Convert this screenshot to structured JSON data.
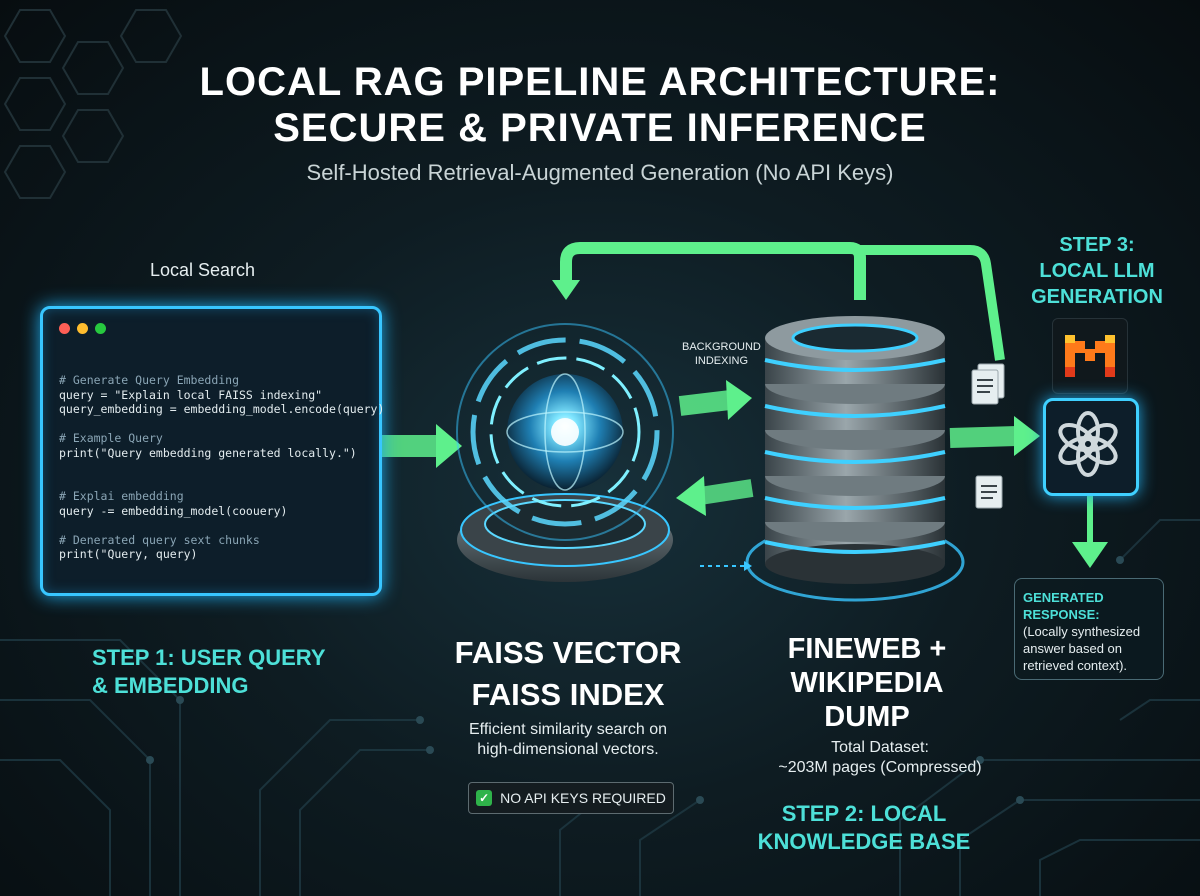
{
  "title": {
    "line1": "LOCAL RAG PIPELINE ARCHITECTURE:",
    "line2": "SECURE & PRIVATE INFERENCE",
    "subtitle": "Self-Hosted Retrieval-Augmented Generation (No API Keys)"
  },
  "step1": {
    "window_label": "Local Search",
    "code_lines": [
      {
        "kind": "comment",
        "text": "# Generate Query Embedding"
      },
      {
        "kind": "mixed",
        "text": "query = \"Explain local FAISS indexing\""
      },
      {
        "kind": "code",
        "text": "query_embedding = embedding_model.encode(query)"
      },
      {
        "kind": "blank",
        "text": ""
      },
      {
        "kind": "comment",
        "text": "# Example Query"
      },
      {
        "kind": "mixed",
        "text": "print(\"Query embedding generated locally.\")"
      },
      {
        "kind": "blank",
        "text": ""
      },
      {
        "kind": "blank",
        "text": ""
      },
      {
        "kind": "comment",
        "text": "# Explai embedding"
      },
      {
        "kind": "code",
        "text": "query -= embedding_model(coouery)"
      },
      {
        "kind": "blank",
        "text": ""
      },
      {
        "kind": "comment",
        "text": "# Denerated query sext chunks"
      },
      {
        "kind": "code",
        "text": "print(\"Query, query)"
      }
    ],
    "label_line1": "STEP 1: USER QUERY",
    "label_line2": "& EMBEDDING"
  },
  "faiss": {
    "title_line1": "FAISS VECTOR",
    "title_line2": "FAISS INDEX",
    "desc_line1": "Efficient similarity search on",
    "desc_line2": "high-dimensional vectors.",
    "badge": "NO API KEYS REQUIRED"
  },
  "knowledge": {
    "indexing_line1": "BACKGROUND",
    "indexing_line2": "INDEXING",
    "title_line1": "FINEWEB +",
    "title_line2": "WIKIPEDIA",
    "title_line3": "DUMP",
    "desc_line1": "Total Dataset:",
    "desc_line2": "~203M pages (Compressed)",
    "step_line1": "STEP 2: LOCAL",
    "step_line2": "KNOWLEDGE BASE"
  },
  "llm": {
    "step_line1": "STEP 3:",
    "step_line2": "LOCAL LLM",
    "step_line3": "GENERATION",
    "response_label": "GENERATED RESPONSE:",
    "response_text": "(Locally synthesized answer based on retrieved context)."
  },
  "colors": {
    "accent_teal": "#4de0d8",
    "glow_blue": "#38c6ff",
    "arrow_green": "#5ef08c",
    "background": "#0b1418"
  }
}
